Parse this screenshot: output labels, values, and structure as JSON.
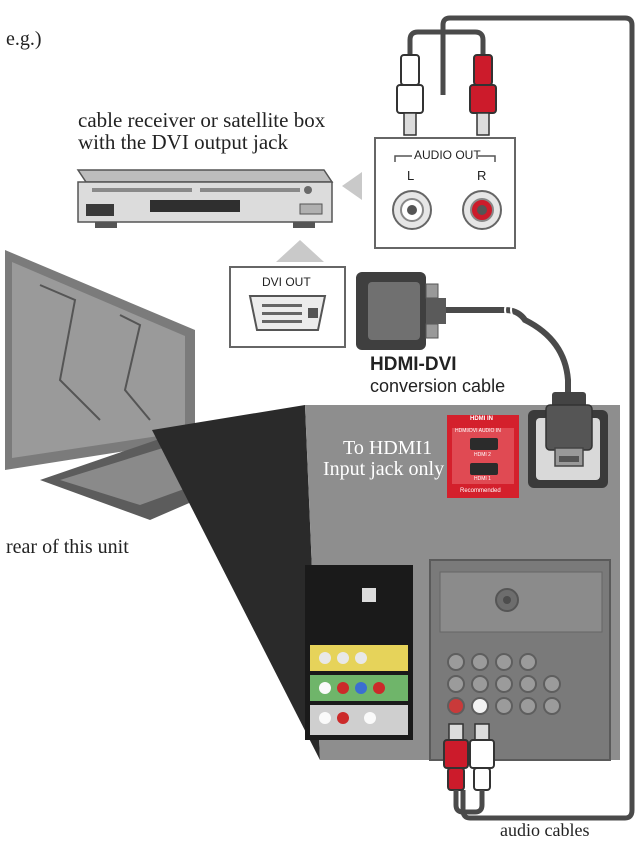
{
  "header_label": "e.g.)",
  "device_label_line1": "cable receiver or satellite box",
  "device_label_line2": "with the DVI output jack",
  "audio_out_title": "AUDIO OUT",
  "audio_out_left": "L",
  "audio_out_right": "R",
  "dvi_out_label": "DVI OUT",
  "cable_label_line1": "HDMI-DVI",
  "cable_label_line2": "conversion cable",
  "hdmi_note_line1": "To HDMI1",
  "hdmi_note_line2": "Input jack only",
  "hdmi_panel_title": "HDMI IN",
  "hdmi_panel_subtitle": "HDMI/DVI AUDIO IN",
  "hdmi_port_2_label": "HDMI 2",
  "hdmi_port_1_label": "HDMI 1",
  "hdmi_panel_footer": "Recommended",
  "tv_label": "rear of this unit",
  "audio_cables_label": "audio cables",
  "colors": {
    "cable": "#4a4a4a",
    "red_plug": "#cc1b2b",
    "tv_panel": "#8e8e8e",
    "hdmi_panel": "#d4202c",
    "arrow": "#c9c9c9"
  }
}
